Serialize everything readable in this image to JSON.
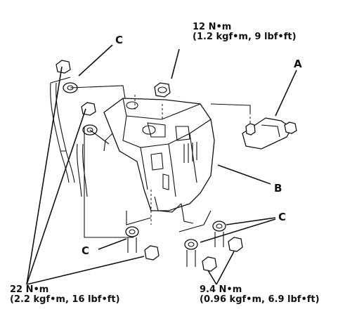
{
  "callouts": {
    "a": "A",
    "b": "B",
    "c_top": "C",
    "c_right": "C",
    "c_bottom": "C"
  },
  "torque": {
    "t12": {
      "value": "12 N•m",
      "alt": "(1.2 kgf•m, 9 lbf•ft)"
    },
    "t22": {
      "value": "22 N•m",
      "alt": "(2.2 kgf•m, 16 lbf•ft)"
    },
    "t94": {
      "value": "9.4 N•m",
      "alt": "(0.96 kgf•m, 6.9 lbf•ft)"
    }
  }
}
